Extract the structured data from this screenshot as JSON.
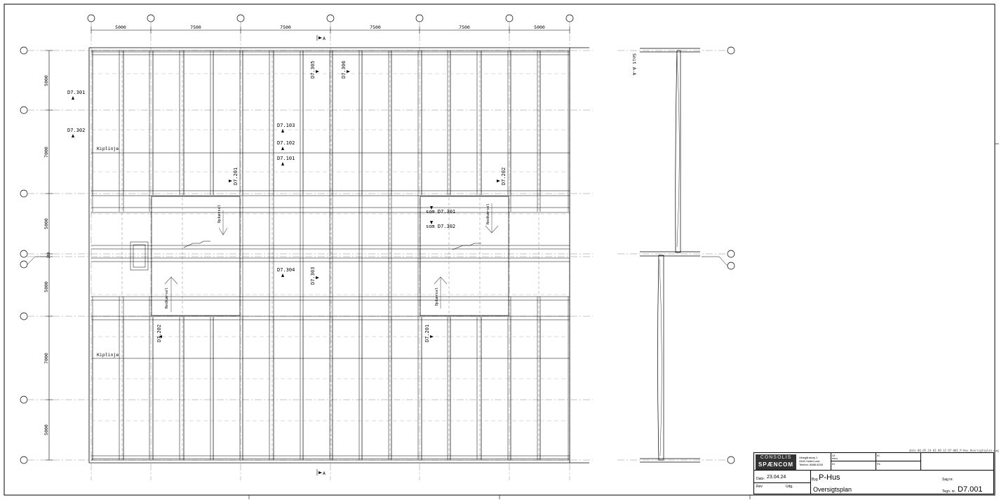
{
  "grid_columns": [
    "5000",
    "7500",
    "7500",
    "7500",
    "7500",
    "5000"
  ],
  "grid_rows": [
    "5000",
    "7000",
    "5000",
    "250",
    "5000",
    "7000",
    "5000"
  ],
  "section_markers": [
    "A",
    "A"
  ],
  "section_label": "Snit A-A",
  "tags": {
    "d7_301": "D7.301",
    "d7_302": "D7.302",
    "d7_305": "D7.305",
    "d7_306": "D7.306",
    "d7_103": "D7.103",
    "d7_102": "D7.102",
    "d7_101": "D7.101",
    "d7_201_a": "D7.201",
    "d7_202_a": "D7.202",
    "som_301": "som  D7.301",
    "som_302": "som  D7.302",
    "d7_304": "D7.304",
    "d7_303": "D7.303",
    "d7_202_b": "D7.202",
    "d7_201_b": "D7.201"
  },
  "kiplinje": [
    "Kiplinje",
    "Kiplinje"
  ],
  "ramps": [
    "Opkørsel",
    "Nedkørsel",
    "Nedkørsel",
    "Opkørsel"
  ],
  "file_note": "dato 06.05.24 KI.09.32 D7-001_P-Hus_Oversigtsplan.dwg",
  "title_block": {
    "logo_top": "CONSOLIS",
    "logo_bottom": "SPÆNCOM",
    "address": [
      "Vibegårdsvej 1",
      "2840 Holte/Lund",
      "Telefon: 8888 8200"
    ],
    "field_gf_label": "Gf",
    "field_gf_value": "Intro",
    "field_ki_label": "Ki",
    "field_kt_label": "Kt",
    "field_pk_label": "Pk",
    "dato_label": "Dato:",
    "dato_value": "23.04.24",
    "rev_label": "Rev",
    "udg_label": "Udg.",
    "byg_label": "Byg",
    "project": "P-Hus",
    "drawing_title": "Oversigtsplan",
    "sag_label": "Sag nr.",
    "tegn_label": "Tegn. nr.",
    "drawing_number": "D7.001"
  }
}
